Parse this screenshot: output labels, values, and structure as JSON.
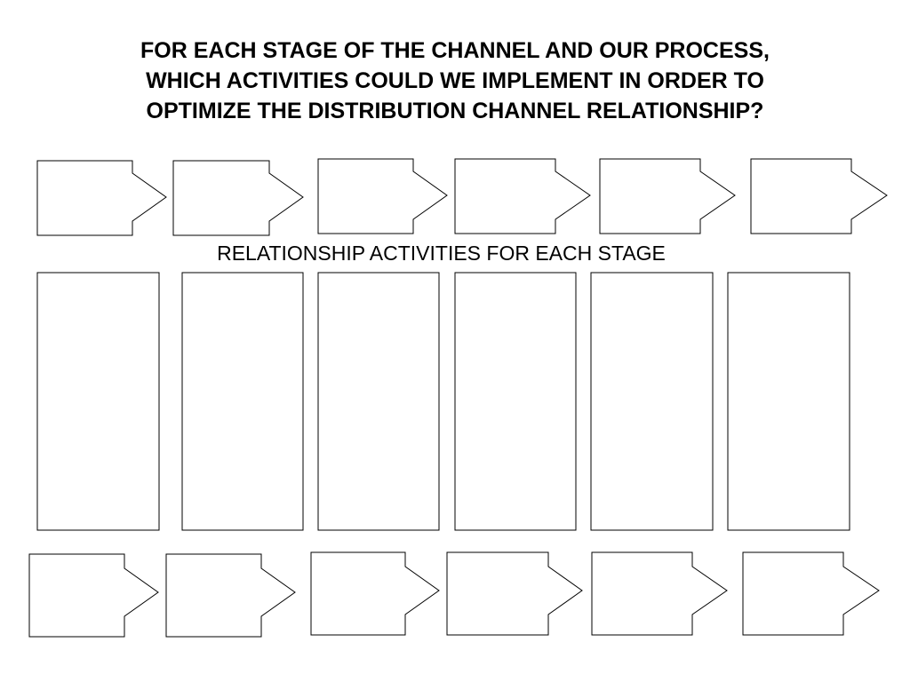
{
  "title_lines": [
    "FOR EACH STAGE OF THE CHANNEL AND OUR PROCESS,",
    "WHICH ACTIVITIES COULD WE IMPLEMENT IN ORDER TO",
    "OPTIMIZE THE DISTRIBUTION CHANNEL RELATIONSHIP?"
  ],
  "subtitle": "RELATIONSHIP ACTIVITIES FOR EACH STAGE",
  "stroke_color": "#000000",
  "fill_color": "#ffffff"
}
